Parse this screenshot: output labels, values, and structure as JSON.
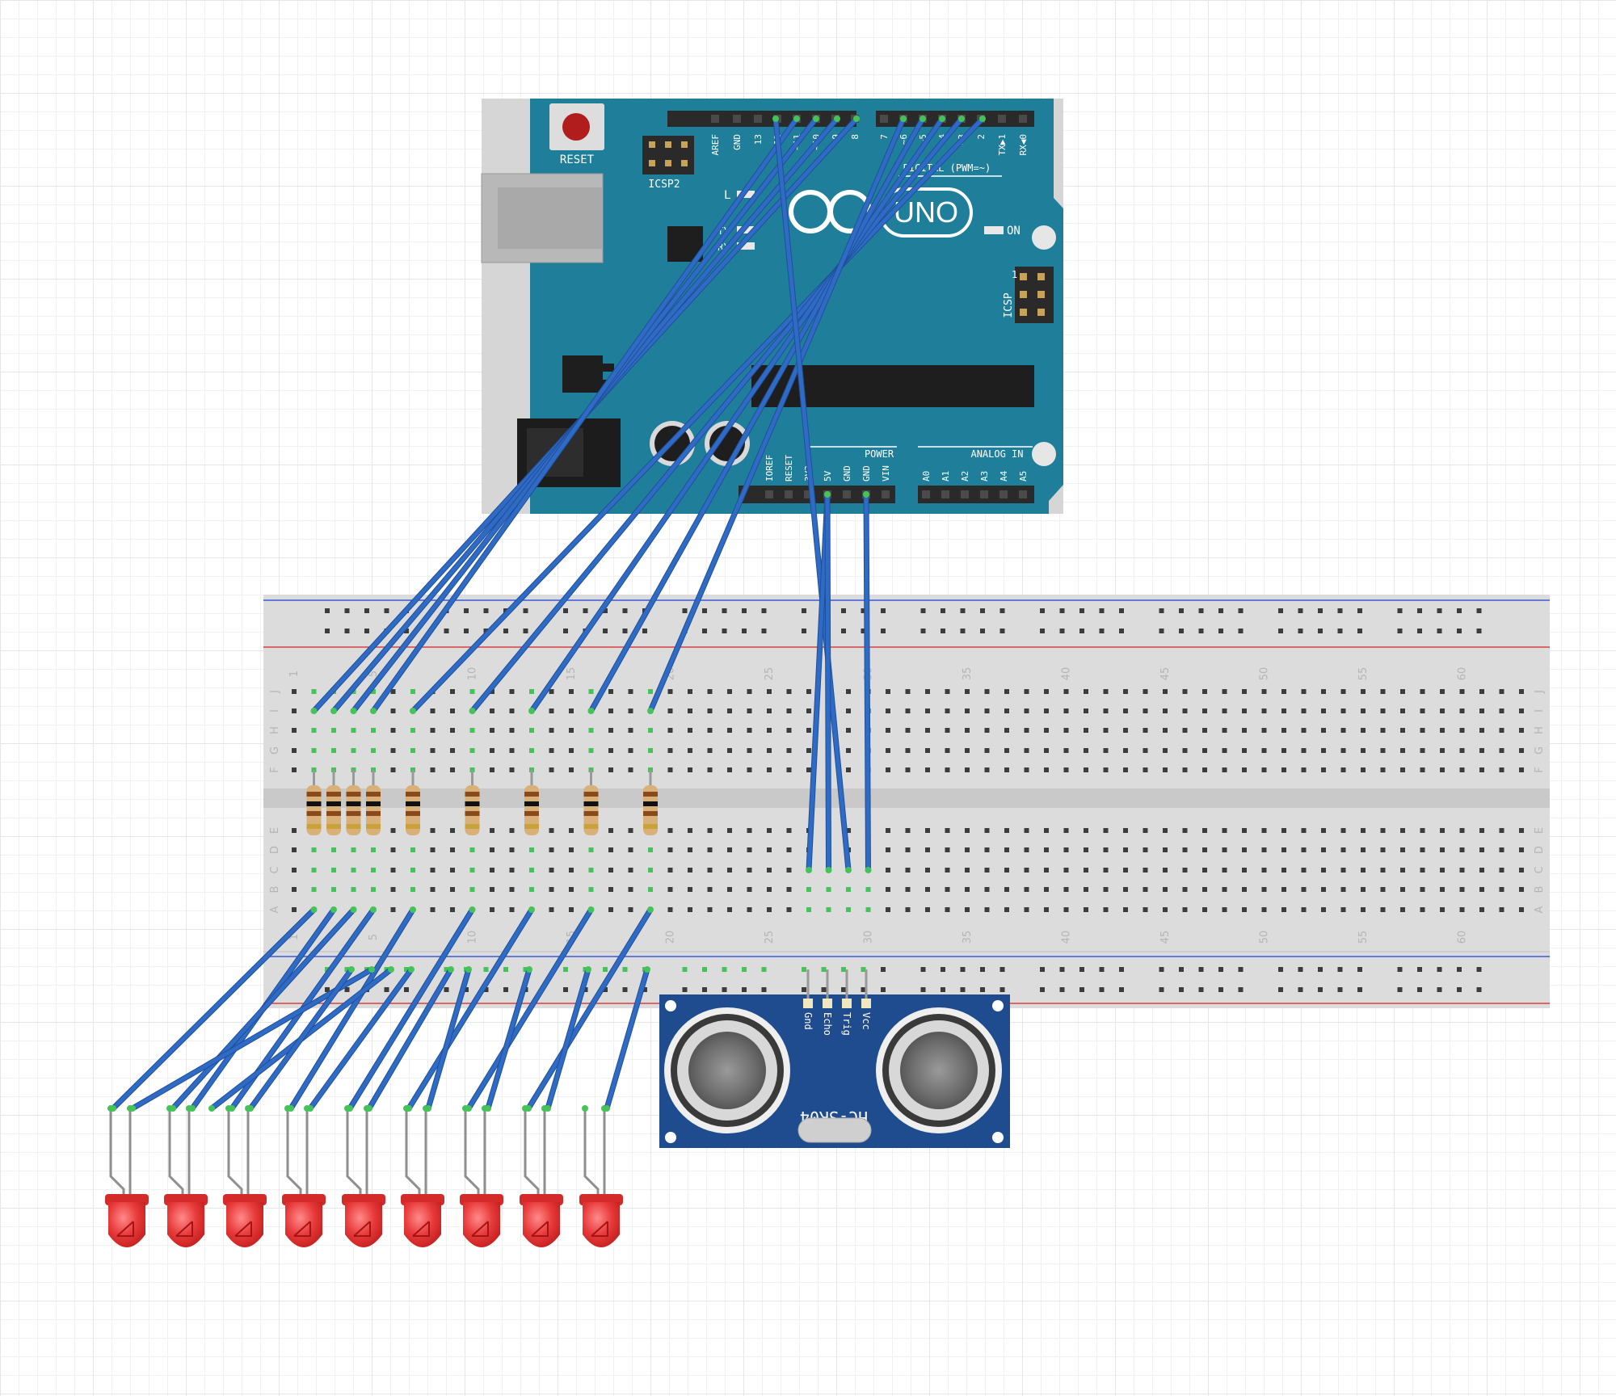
{
  "arduino": {
    "reset_label": "RESET",
    "icsp2_label": "ICSP2",
    "icsp_label": "ICSP",
    "icsp_pin1": "1",
    "l_label": "L",
    "tx_label": "TX",
    "rx_label": "RX",
    "uno_label": "UNO",
    "on_label": "ON",
    "digital_label": "DIGITAL (PWM=~)",
    "power_label": "POWER",
    "analog_label": "ANALOG IN",
    "top_pins": [
      "AREF",
      "GND",
      "13",
      "12",
      "~11",
      "~10",
      "~9",
      "8",
      "7",
      "~6",
      "~5",
      "4",
      "~3",
      "2",
      "TX▶1",
      "RX◀0"
    ],
    "power_pins": [
      "IOREF",
      "RESET",
      "3V3",
      "5V",
      "GND",
      "GND",
      "VIN"
    ],
    "analog_pins": [
      "A0",
      "A1",
      "A2",
      "A3",
      "A4",
      "A5"
    ]
  },
  "breadboard": {
    "column_numbers": [
      "1",
      "5",
      "10",
      "15",
      "20",
      "25",
      "30",
      "35",
      "40",
      "45",
      "50",
      "55",
      "60"
    ],
    "row_letters_top": [
      "J",
      "I",
      "H",
      "G",
      "F"
    ],
    "row_letters_bottom": [
      "E",
      "D",
      "C",
      "B",
      "A"
    ]
  },
  "sensor": {
    "model": "HC-SR04",
    "pins": [
      "Vcc",
      "Trig",
      "Echo",
      "Gnd"
    ]
  },
  "leds": {
    "count": 9
  },
  "resistors": {
    "count": 9
  },
  "colors": {
    "board_teal": "#1f7e9a",
    "wire_blue": "#2f6bc4",
    "led_red": "#e83a3a",
    "sensor_blue": "#1f4c8f",
    "rail_red": "#d94040",
    "rail_blue": "#3a5ad9",
    "hole_connected": "#45c25a"
  }
}
